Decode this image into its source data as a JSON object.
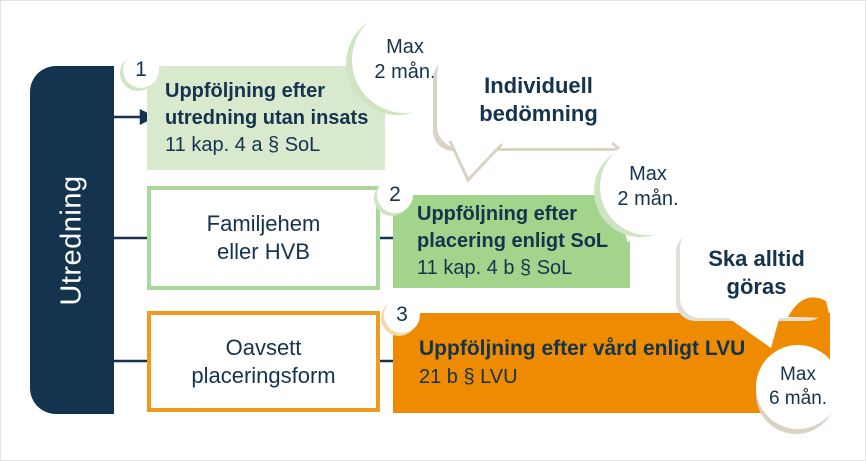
{
  "sidebar": {
    "label": "Utredning"
  },
  "steps": {
    "s1": {
      "number": "1",
      "bold1": "Uppföljning efter",
      "bold2": "utredning utan insats",
      "ref": "11 kap. 4 a § SoL"
    },
    "s2": {
      "number": "2",
      "bold1": "Uppföljning efter",
      "bold2": "placering enligt SoL",
      "ref": "11 kap. 4 b § SoL"
    },
    "s3": {
      "number": "3",
      "bold1": "Uppföljning efter vård enligt LVU",
      "ref": "21 b § LVU"
    }
  },
  "sources": {
    "familjehem": {
      "line1": "Familjehem",
      "line2": "eller HVB"
    },
    "oavsett": {
      "line1": "Oavsett",
      "line2": "placeringsform"
    }
  },
  "callouts": {
    "max_after_step1": {
      "line1": "Max",
      "line2": "2 mån."
    },
    "individuell": {
      "line1": "Individuell",
      "line2": "bedömning"
    },
    "max_after_step2": {
      "line1": "Max",
      "line2": "2 mån."
    },
    "ska_alltid": {
      "line1": "Ska alltid",
      "line2": "göras"
    },
    "max_after_step3": {
      "line1": "Max",
      "line2": "6 mån."
    }
  },
  "colors": {
    "navy": "#14334E",
    "lightgreen": "#D8E9CE",
    "green": "#A2D58B",
    "greenborder": "#A9D89A",
    "orange": "#EE8B00",
    "orangeborder": "#F2991F",
    "beige": "#D8D3C5",
    "crescent": "#CFE4C1",
    "grayshadow": "#E0E0D8",
    "cream": "#F2D9AC"
  }
}
